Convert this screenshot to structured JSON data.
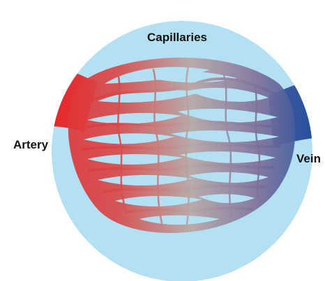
{
  "diagram": {
    "labels": {
      "capillaries": "Capillaries",
      "artery": "Artery",
      "vein": "Vein"
    },
    "colors": {
      "background_circle": "#b3e0f2",
      "artery_red": "#e8262a",
      "transition_grey": "#b9a7a5",
      "vein_blue": "#1a4f9c"
    }
  }
}
